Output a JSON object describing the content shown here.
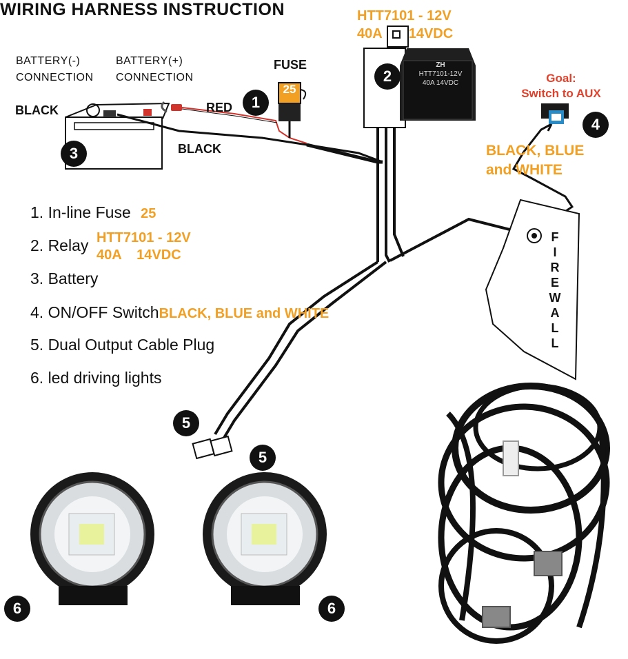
{
  "title": "WIRING HARNESS INSTRUCTION",
  "relay_spec": {
    "model": "HTT7101 - 12V",
    "amps": "40A",
    "volts": "14VDC"
  },
  "relay_body": {
    "model": "HTT7101-12V",
    "amps": "40A",
    "volts": "14VDC",
    "logo": "ZH"
  },
  "battery_neg": {
    "line1": "BATTERY(-)",
    "line2": "CONNECTION"
  },
  "battery_pos": {
    "line1": "BATTERY(+)",
    "line2": "CONNECTION"
  },
  "fuse_label": "FUSE",
  "fuse_value": "25",
  "wire_labels": {
    "black_top": "BLACK",
    "red": "RED",
    "black_bottom": "BLACK"
  },
  "goal": {
    "line1": "Goal:",
    "line2": "Switch to AUX"
  },
  "switch_colors": {
    "line1": "BLACK, BLUE",
    "line2": "and WHITE"
  },
  "firewall_letters": [
    "F",
    "I",
    "R",
    "E",
    "W",
    "A",
    "L",
    "L"
  ],
  "badges": {
    "fuse": "1",
    "relay": "2",
    "battery": "3",
    "switch": "4",
    "plug_a": "5",
    "plug_b": "5",
    "light_a": "6",
    "light_b": "6"
  },
  "legend": [
    {
      "text": "1. In-line Fuse",
      "extra": "25"
    },
    {
      "text": "2. Relay",
      "extra1": "HTT7101 - 12V",
      "extra2": "40A    14VDC"
    },
    {
      "text": "3. Battery"
    },
    {
      "text": "4. ON/OFF Switch",
      "extra": "BLACK, BLUE and WHITE"
    },
    {
      "text": "5. Dual Output Cable Plug"
    },
    {
      "text": "6. led driving lights"
    }
  ],
  "colors": {
    "orange": "#f2a023",
    "red_text": "#e0412b",
    "wire": "#111111",
    "red_wire": "#d0342c"
  }
}
